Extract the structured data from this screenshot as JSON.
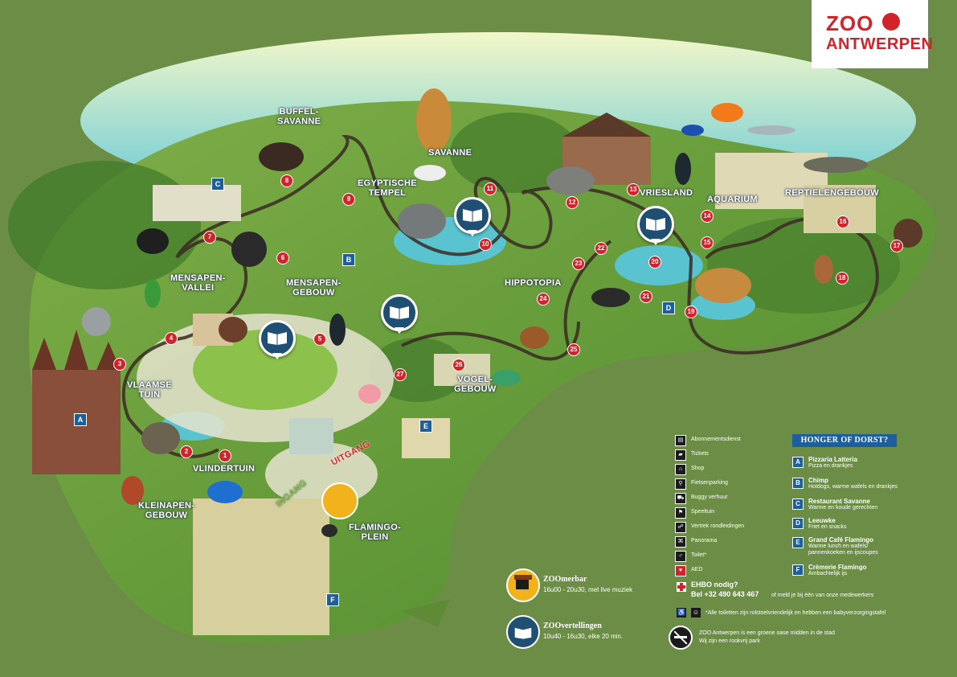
{
  "logo": {
    "line1": "ZOO",
    "line2": "ANTWERPEN"
  },
  "areas": [
    {
      "id": "buffel",
      "text": "BUFFEL-\nSAVANNE"
    },
    {
      "id": "savanne",
      "text": "SAVANNE"
    },
    {
      "id": "egyptische",
      "text": "EGYPTISCHE\nTEMPEL"
    },
    {
      "id": "vriesland",
      "text": "VRIESLAND"
    },
    {
      "id": "aquarium",
      "text": "AQUARIUM"
    },
    {
      "id": "reptielen",
      "text": "REPTIELENGEBOUW"
    },
    {
      "id": "mensapen-vallei",
      "text": "MENSAPEN-\nVALLEI"
    },
    {
      "id": "mensapen-gebouw",
      "text": "MENSAPEN-\nGEBOUW"
    },
    {
      "id": "hippotopia",
      "text": "HIPPOTOPIA"
    },
    {
      "id": "vlaamse",
      "text": "VLAAMSE\nTUIN"
    },
    {
      "id": "vogel",
      "text": "VOGEL-\nGEBOUW"
    },
    {
      "id": "vlinder",
      "text": "VLINDERTUIN"
    },
    {
      "id": "kleinapen",
      "text": "KLEINAPEN-\nGEBOUW"
    },
    {
      "id": "flamingo",
      "text": "FLAMINGO-\nPLEIN"
    },
    {
      "id": "uitgang",
      "text": "UITGANG"
    },
    {
      "id": "ingang",
      "text": "INGANG"
    }
  ],
  "numbers": [
    "1",
    "2",
    "3",
    "4",
    "5",
    "6",
    "7",
    "8",
    "9",
    "10",
    "11",
    "12",
    "13",
    "14",
    "15",
    "16",
    "17",
    "18",
    "19",
    "20",
    "21",
    "22",
    "23",
    "24",
    "25",
    "26",
    "27"
  ],
  "restaurant_markers": [
    "A",
    "B",
    "C",
    "D",
    "E",
    "F"
  ],
  "legend": {
    "items": [
      {
        "icon": "subscription-icon",
        "label": "Abonnementsdienst"
      },
      {
        "icon": "ticket-icon",
        "label": "Tickets"
      },
      {
        "icon": "shop-icon",
        "label": "Shop"
      },
      {
        "icon": "bicycle-icon",
        "label": "Fietsenparking"
      },
      {
        "icon": "buggy-icon",
        "label": "Buggy verhuur"
      },
      {
        "icon": "playground-icon",
        "label": "Speeltuin"
      },
      {
        "icon": "tour-icon",
        "label": "Vertrek rondleidingen"
      },
      {
        "icon": "panorama-icon",
        "label": "Panorama"
      },
      {
        "icon": "toilet-icon",
        "label": "Toilet*"
      },
      {
        "icon": "aed-icon",
        "label": "AED"
      }
    ],
    "first_aid_title": "EHBO nodig?",
    "first_aid_phone": "Bel +32 490 643 467",
    "first_aid_note": "of meld je bij één van onze medewerkers",
    "toilet_note": "*Alle toiletten zijn rolstoelvriendelijk en hebben een babyverzorgingstafel",
    "smoke_line1": "ZOO Antwerpen is een groene oase midden in de stad",
    "smoke_line2": "Wij zijn een rookvrij park"
  },
  "zoomerbar": {
    "title": "ZOOmerbar",
    "hours": "16u00 - 20u30, met live muziek"
  },
  "zoovertellingen": {
    "title": "ZOOvertellingen",
    "hours": "10u40 - 16u30, elke 20 min."
  },
  "food": {
    "header": "HONGER OF DORST?",
    "items": [
      {
        "letter": "A",
        "name": "Pizzaria Latteria",
        "desc": "Pizza en drankjes"
      },
      {
        "letter": "B",
        "name": "Chimp",
        "desc": "Hotdogs, warme wafels en drankjes"
      },
      {
        "letter": "C",
        "name": "Restaurant Savanne",
        "desc": "Warme en koude gerechten"
      },
      {
        "letter": "D",
        "name": "Leeuwke",
        "desc": "Friet en snacks"
      },
      {
        "letter": "E",
        "name": "Grand Café Flamingo",
        "desc": "Warme lunch en wafels/\npannenkoeken en ijscoupes"
      },
      {
        "letter": "F",
        "name": "Crèmerie Flamingo",
        "desc": "Ambachtelijk ijs"
      }
    ]
  }
}
